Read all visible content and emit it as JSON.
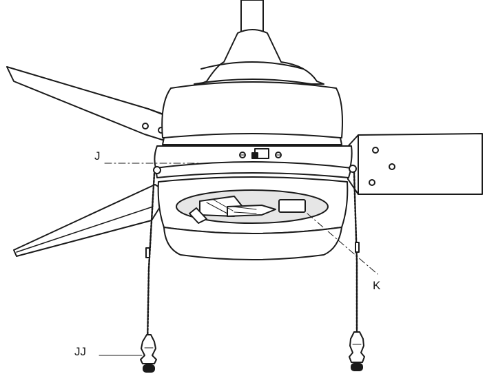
{
  "labels": {
    "switch": "J",
    "light_kit": "K",
    "pull_chain": "JJ"
  },
  "colors": {
    "line": "#1a1a1a",
    "fill": "#ffffff",
    "shade": "#e6e6e6"
  }
}
